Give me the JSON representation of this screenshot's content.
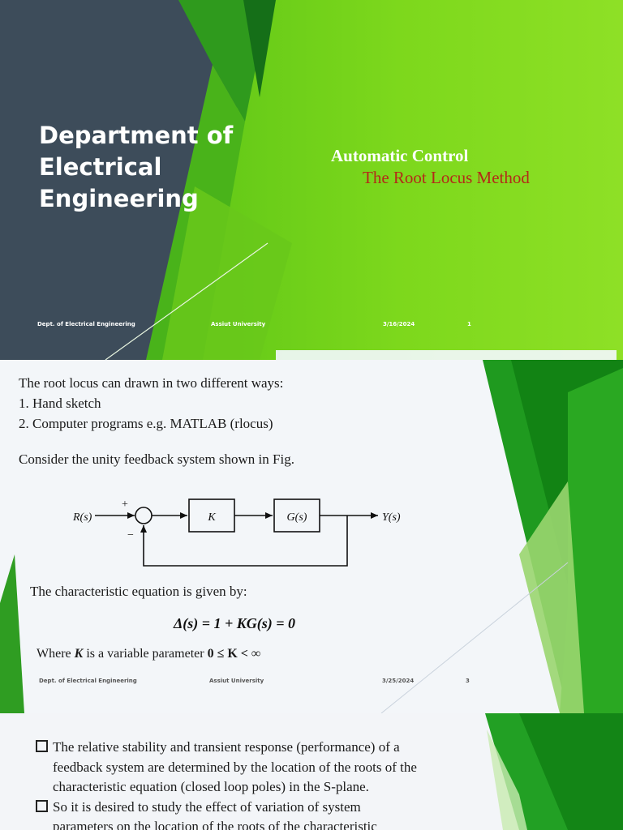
{
  "slide1": {
    "department_title": [
      "Department of",
      "Electrical",
      "Engineering"
    ],
    "course_title": "Automatic Control",
    "lecture_title": "The Root Locus Method",
    "footer": {
      "left": "Dept. of Electrical Engineering",
      "center": "Assiut University",
      "date": "3/16/2024",
      "page": "1"
    }
  },
  "slide2": {
    "intro": "The root locus can drawn in two different ways:",
    "methods": [
      "1. Hand sketch",
      "2. Computer programs e.g. MATLAB (rlocus)"
    ],
    "consider": "Consider the unity feedback system shown in Fig.",
    "diagram": {
      "input": "R(s)",
      "plus": "+",
      "minus": "−",
      "gain": "K",
      "plant": "G(s)",
      "output": "Y(s)"
    },
    "char_eq_label": "The characteristic equation is given by:",
    "char_eq": "Δ(s) = 1 + KG(s) = 0",
    "where_prefix": "Where ",
    "where_var": "K",
    "where_mid": " is a variable parameter ",
    "where_range": "0 ≤ K < ∞",
    "footer": {
      "left": "Dept. of Electrical Engineering",
      "center": "Assiut University",
      "date": "3/25/2024",
      "page": "3"
    }
  },
  "slide3": {
    "bullets": [
      [
        "The relative stability and transient response (performance) of a",
        "feedback system are determined by the location of the roots of the",
        "characteristic equation (closed loop poles) in the S-plane."
      ],
      [
        "So it is desired to study the effect of variation of system",
        "parameters on the location of the roots of the characteristic"
      ]
    ]
  },
  "colors": {
    "green_bright": "#7ad61a",
    "green_dark": "#178a1a",
    "slate": "#3d4c5a",
    "title_red": "#b32b18"
  }
}
